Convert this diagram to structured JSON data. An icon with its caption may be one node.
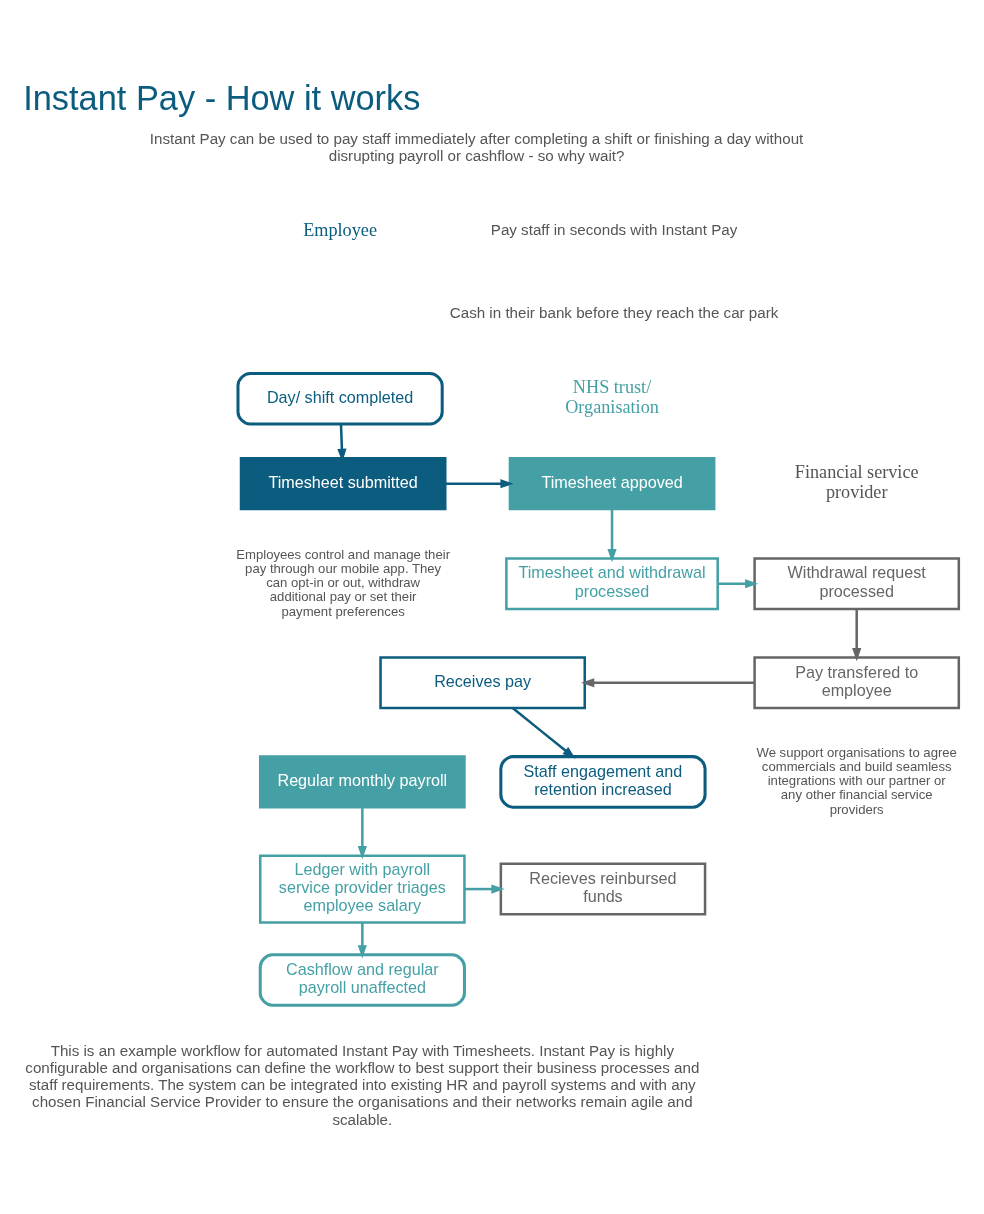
{
  "diagram": {
    "title": "Instant Pay - How it works",
    "nodes": [
      {
        "text": [
          "Day/ shift completed"
        ]
      },
      {
        "text": [
          "Timesheet submitted"
        ],
        "beside": [
          "Employees control and manage their pay through our mobile app. They can opt-in or out, withdraw additional pay or set their payment preferences"
        ]
      },
      {
        "text": [
          "Timesheet appoved"
        ]
      },
      {
        "text": [
          "Timesheet and withdrawal processed"
        ]
      },
      {
        "text": [
          "Withdrawal request processed"
        ]
      },
      {
        "text": [
          "Pay transfered to employee"
        ],
        "beside": [
          "We support organisations to agree commercials and build seamless integrations with our partner or any other financial service providers"
        ]
      },
      {
        "text": [
          "Receives pay"
        ]
      },
      {
        "text": [
          "Staff engagement and retention increased"
        ]
      },
      {
        "text": [
          "Regular monthly payroll"
        ]
      },
      {
        "text": [
          "Ledger with payroll service provider triages employee salary"
        ]
      },
      {
        "text": [
          "Recieves reinbursed funds"
        ]
      },
      {
        "text": [
          "Cashflow and regular payroll unaffected"
        ]
      }
    ],
    "edges": [
      {
        "from": 0,
        "to": 1,
        "arrow": "to"
      },
      {
        "from": 1,
        "to": 2,
        "arrow": "to"
      },
      {
        "from": 2,
        "to": 3,
        "arrow": "to"
      },
      {
        "from": 3,
        "to": 4,
        "arrow": "to"
      },
      {
        "from": 4,
        "to": 5,
        "arrow": "to"
      },
      {
        "from": 5,
        "to": 6,
        "arrow": "to"
      },
      {
        "from": 6,
        "to": 7,
        "arrow": "to"
      },
      {
        "from": 8,
        "to": 9,
        "arrow": "to"
      },
      {
        "from": 9,
        "to": 10,
        "arrow": "to"
      },
      {
        "from": 9,
        "to": 11,
        "arrow": "to"
      }
    ],
    "labels": [
      "Instant Pay can be used to pay staff immediately after completing a shift or finishing a day without disrupting payroll or cashflow - so why wait?",
      "Employee",
      "Pay staff in seconds with Instant Pay",
      "Cash in their bank before they reach the car park",
      "NHS trust/ Organisation",
      "Financial service provider",
      "This is an example workflow for automated Instant Pay with Timesheets. Instant Pay is highly configurable and organisations can define the workflow to best support their business processes and staff requirements. The system can be integrated into existing HR and payroll systems and with any chosen Financial Service Provider to ensure the organisations and their networks remain agile and scalable."
    ]
  }
}
